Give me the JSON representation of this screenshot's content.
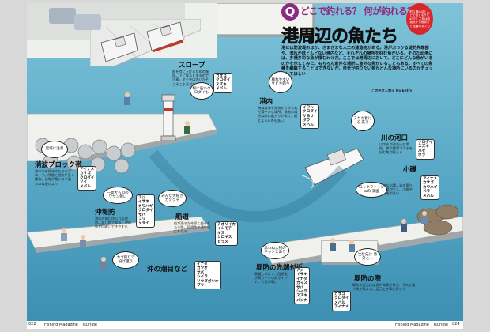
{
  "header": {
    "q_mark": "Q",
    "question": "どこで釣れる？ 何が釣れる？",
    "title": "港周辺の魚たち",
    "badge": "釣り場のほとんどで狙えるサビキ釣り 主役は回遊魚から根魚まで 定番の魚たち"
  },
  "intro": "港には防波堤のほか、さまざまな人工の建造物がある。港がぶつかる堤防先端部や、流れがほとんどない港内など、それぞれの場所を好む魚がいる。そのため港には、多種多彩な魚が棲むわけだ。ここでは港周辺において、どこにどんな魚がいるのかを示してみた。もちろん意外な場所に意外な魚がいることもある。すべての魚種を網羅することはできないが、自分が釣りたい魚がどんな場所にいるのかチェックしてほしい",
  "areas": {
    "slope": {
      "label": "スロープ",
      "desc": "船を陸に上げるための施設。上に乗ると滑るので注意。すぐ先は浅いがそこそこ水深がある"
    },
    "harbor_inner": {
      "label": "港内",
      "desc": "港は波浪や海流から守られた穏やかな場所。漁港の場合は船の出入りがあり、餌となるものも多い"
    },
    "breakwater_block": {
      "label": "消波ブロック帯",
      "desc": "波の力を弱めるためのブロック。隙間に根魚が多く棲む。足場が悪いので乗るのは避けよう"
    },
    "outer_breakwater": {
      "label": "沖堤防",
      "desc": "港の外側に作られる堤防。渡し船で渡る。沖の魚が回遊してきやすい"
    },
    "shipway": {
      "label": "船道",
      "desc": "船が通るため深く掘られた水路。回遊魚の通り道にもなる"
    },
    "offshore_tide": {
      "label": "沖の潮目など",
      "desc": ""
    },
    "river_mouth": {
      "label": "川の河口",
      "desc": "川の水が流れ込む場所。餌が豊富で汽水を好む魚が集まる"
    },
    "small_jetty": {
      "label": "小磯",
      "desc": "小さな岩場。岩の周りに海藻が生え、小魚や甲殻類が多い"
    },
    "breakwater_tip": {
      "label": "堤防の先端付近",
      "desc": "潮通しがよく、回遊魚が寄りやすい好ポイント。人気が高い"
    },
    "breakwater_base": {
      "label": "堤防の際",
      "desc": "堤防の足元には貝や海藻が付き、それを狙う魚が集まる。足元を丁寧に探ろう"
    }
  },
  "fish_lists": {
    "slope": [
      "カサゴ",
      "クロダイ",
      "スズキ",
      "メバル"
    ],
    "harbor_inner": [
      "イワシ",
      "クロダイ",
      "サヨリ",
      "ボラ",
      "メバル"
    ],
    "breakwater_block": [
      "アイナメ",
      "カサゴ",
      "クロダイ",
      "ソイ",
      "メバル"
    ],
    "outer_breakwater": [
      "アジ",
      "イサキ",
      "カワハギ",
      "クロダイ",
      "サバ",
      "ブリ",
      "マダイ"
    ],
    "shipway": [
      "アオリイカ",
      "イシモチ",
      "キス",
      "シロギス",
      "ヒラメ"
    ],
    "offshore_tide": [
      "イナダ",
      "カツオ",
      "サバ",
      "シイラ",
      "ソウダガツオ",
      "ブリ"
    ],
    "river_mouth": [
      "クロダイ",
      "スズキ",
      "ハゼ",
      "ボラ"
    ],
    "small_jetty": [
      "アイナメ",
      "カサゴ",
      "カワハギ",
      "ベラ",
      "メバル"
    ],
    "breakwater_tip": [
      "アジ",
      "イサキ",
      "イナダ",
      "カマス",
      "サバ",
      "シイラ",
      "スズキ",
      "メジナ"
    ],
    "breakwater_base": [
      "カサゴ",
      "クロダイ",
      "メバル",
      "アイナメ"
    ]
  },
  "bubbles": {
    "b1": "根に強いクロダイも",
    "b2": "群れやすいサビキ釣り",
    "b3": "足場に注意",
    "b4": "一発大ものの ワサン狙い",
    "b5": "みんな大好き カタクチ",
    "b6": "カゴ釣りで 投げ狙う",
    "b7": "ヌサが着ける 先き",
    "b8": "ロックフィッシュの 楽園",
    "b9": "思わぬ大物の チャンスあり",
    "b10": "沈む先は 意外と…"
  },
  "footer": {
    "left_page": "022",
    "left_mag": "Fishing Magazine　Tsuriide",
    "right_mag": "Fishing Magazine　Tsuriide",
    "right_page": "024"
  },
  "signs": {
    "hint": "この先立入禁止 No Entry"
  }
}
